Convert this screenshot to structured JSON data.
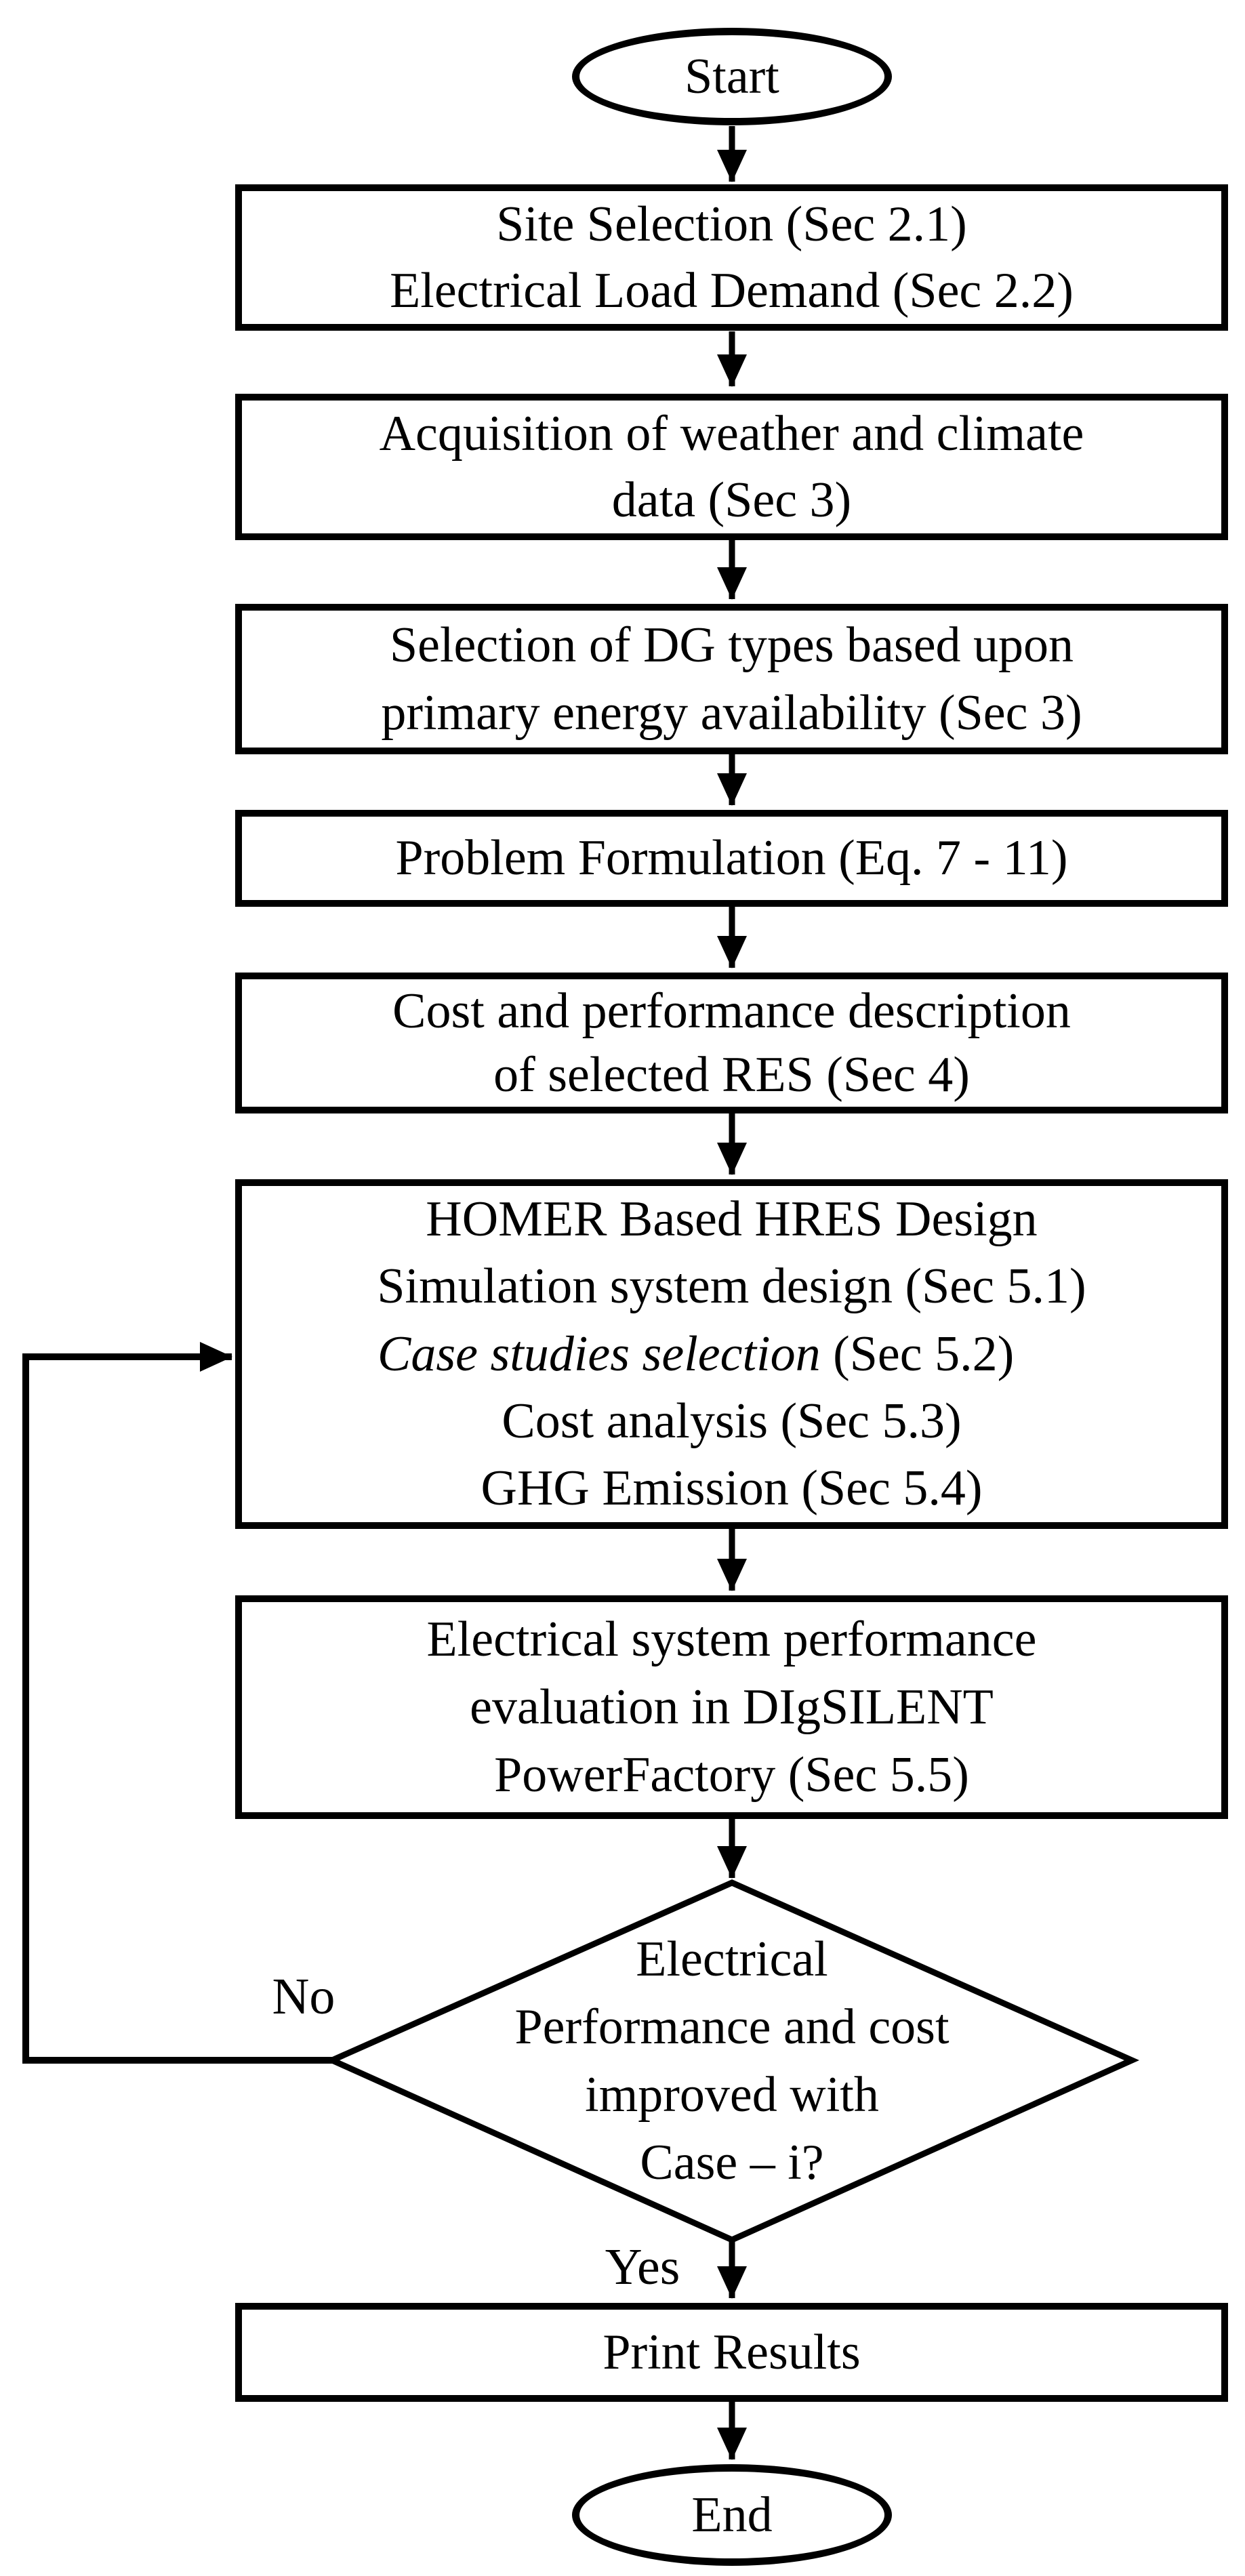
{
  "palette": {
    "ink": "#000000",
    "paper": "#ffffff"
  },
  "nodes": {
    "start": {
      "label": "Start"
    },
    "site": {
      "line1": "Site Selection (Sec 2.1)",
      "line2": "Electrical Load Demand (Sec 2.2)"
    },
    "weather": {
      "line1": "Acquisition of weather and climate",
      "line2": "data (Sec 3)"
    },
    "dg": {
      "line1": "Selection of DG types based upon",
      "line2": "primary energy availability (Sec 3)"
    },
    "problem": {
      "line1": "Problem Formulation (Eq. 7 - 11)"
    },
    "cost": {
      "line1": "Cost and performance description",
      "line2": "of selected RES (Sec 4)"
    },
    "homer": {
      "line1": "HOMER Based HRES Design",
      "line2": "Simulation system design (Sec 5.1)",
      "line3_italic": "Case studies selection",
      "line3_suffix": " (Sec 5.2)",
      "line4": "Cost analysis (Sec 5.3)",
      "line5": "GHG Emission (Sec 5.4)"
    },
    "digsilent": {
      "line1": "Electrical system performance",
      "line2": "evaluation in DIgSILENT",
      "line3": "PowerFactory (Sec 5.5)"
    },
    "decision": {
      "line1": "Electrical",
      "line2": "Performance and cost",
      "line3": "improved with",
      "line4": "Case – i?"
    },
    "print": {
      "line1": "Print Results"
    },
    "end": {
      "label": "End"
    }
  },
  "edges": {
    "no_label": "No",
    "yes_label": "Yes"
  }
}
